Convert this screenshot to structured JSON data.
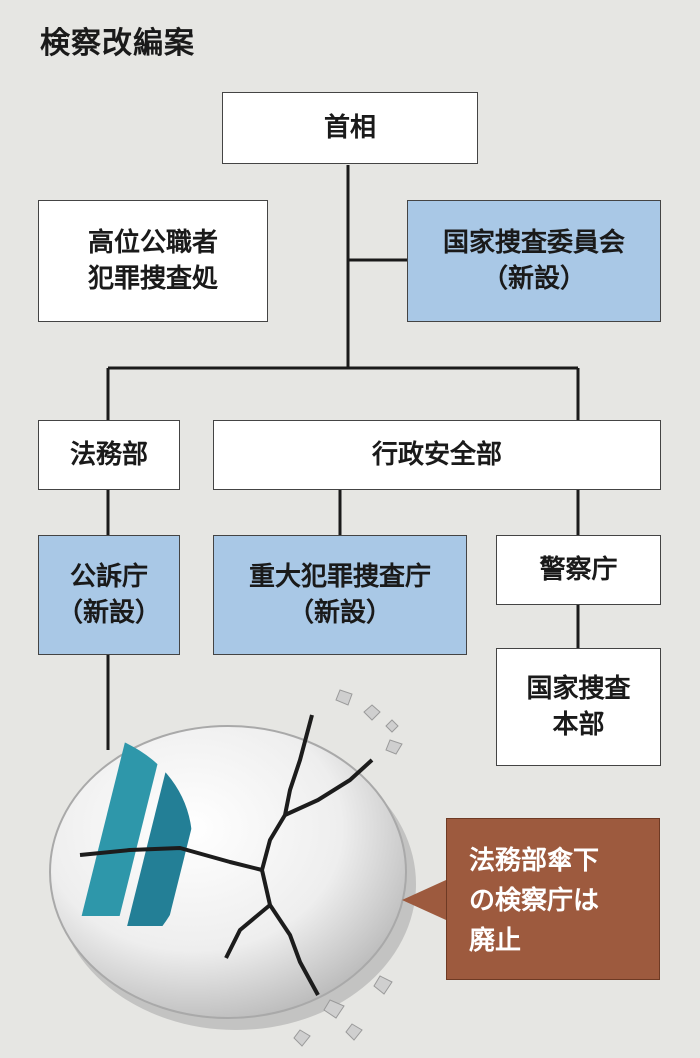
{
  "title": "検察改編案",
  "nodes": {
    "prime_minister": "首相",
    "cio_line1": "高位公職者",
    "cio_line2": "犯罪捜査処",
    "nic_line1": "国家捜査委員会",
    "nic_line2": "（新設）",
    "justice_ministry": "法務部",
    "interior_ministry": "行政安全部",
    "prosecution_agency_line1": "公訴庁",
    "prosecution_agency_line2": "（新設）",
    "serious_crimes_line1": "重大犯罪捜査庁",
    "serious_crimes_line2": "（新設）",
    "police_agency": "警察庁",
    "nbi_line1": "国家捜査",
    "nbi_line2": "本部"
  },
  "callout": {
    "line1": "法務部傘下",
    "line2": "の検察庁は",
    "line3": "廃止"
  },
  "colors": {
    "new_agency": "#a9c8e6",
    "callout": "#9d5a3e",
    "emblem_stripes": [
      "#2a8fa3",
      "#1f6f86",
      "#14506b"
    ]
  },
  "icons": {
    "emblem": "cracked-prosecution-emblem-icon"
  }
}
